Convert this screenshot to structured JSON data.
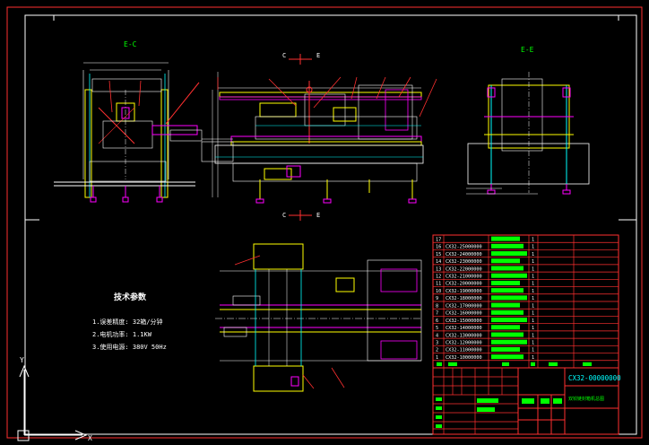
{
  "views": {
    "ec_label": "E-C",
    "ee_label": "E-E",
    "section_c1": "C",
    "section_e1": "E",
    "section_c2": "C",
    "section_e2": "E"
  },
  "tech": {
    "title": "技术参数",
    "line1": "1.误差精度: 32箱/分钟",
    "line2": "2.电机功率: 1.1KW",
    "line3": "3.使用电源: 380V 50Hz"
  },
  "title_block": {
    "drawing_no": "CX32-00000000",
    "name": "双铰链封箱机总图"
  },
  "bom_rows": [
    {
      "no": "17",
      "code": "",
      "name": "",
      "qty": "1"
    },
    {
      "no": "16",
      "code": "CX32-25000000",
      "name": "",
      "qty": "1"
    },
    {
      "no": "15",
      "code": "CX32-24000000",
      "name": "",
      "qty": "1"
    },
    {
      "no": "14",
      "code": "CX32-23000000",
      "name": "",
      "qty": "1"
    },
    {
      "no": "13",
      "code": "CX32-22000000",
      "name": "",
      "qty": "1"
    },
    {
      "no": "12",
      "code": "CX32-21000000",
      "name": "",
      "qty": "1"
    },
    {
      "no": "11",
      "code": "CX32-20000000",
      "name": "",
      "qty": "1"
    },
    {
      "no": "10",
      "code": "CX32-19000000",
      "name": "",
      "qty": "1"
    },
    {
      "no": "9",
      "code": "CX32-18000000",
      "name": "",
      "qty": "1"
    },
    {
      "no": "8",
      "code": "CX32-17000000",
      "name": "",
      "qty": "1"
    },
    {
      "no": "7",
      "code": "CX32-16000000",
      "name": "",
      "qty": "1"
    },
    {
      "no": "6",
      "code": "CX32-15000000",
      "name": "",
      "qty": "1"
    },
    {
      "no": "5",
      "code": "CX32-14000000",
      "name": "",
      "qty": "1"
    },
    {
      "no": "4",
      "code": "CX32-13000000",
      "name": "",
      "qty": "1"
    },
    {
      "no": "3",
      "code": "CX32-12000000",
      "name": "",
      "qty": "1"
    },
    {
      "no": "2",
      "code": "CX32-11000000",
      "name": "",
      "qty": "1"
    },
    {
      "no": "1",
      "code": "CX32-10000000",
      "name": "",
      "qty": "1"
    }
  ],
  "axes": {
    "y": "Y",
    "x": "X"
  },
  "colors": {
    "background": "#000000",
    "frame": "#ff3030",
    "line": "#ffffff",
    "yellow": "#ffff00",
    "cyan": "#00ffff",
    "magenta": "#ff00ff",
    "green": "#00ff00",
    "red": "#ff3030",
    "blue": "#5050ff"
  }
}
